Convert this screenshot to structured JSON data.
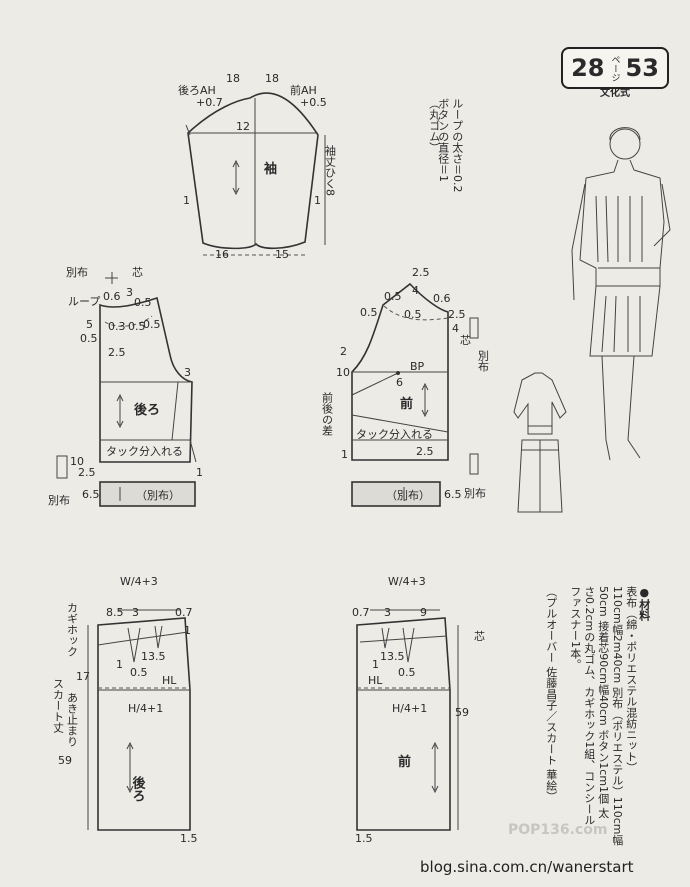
{
  "header": {
    "page_a": "28",
    "page_mid": "ページ",
    "page_b": "53",
    "publisher": "文化式"
  },
  "sleeve": {
    "back_ah": "後ろAH",
    "back_ah_add": "+0.7",
    "front_ah": "前AH",
    "front_ah_add": "+0.5",
    "top_left": "18",
    "top_right": "18",
    "cap": "12",
    "label": "袖",
    "length": "袖丈ひく8",
    "side_l": "1",
    "side_r": "1",
    "bottom_l": "16",
    "bottom_r": "15"
  },
  "note_button": {
    "l1": "ボタンの直径＝1",
    "l2": "ループの太さ＝0.2",
    "l3": "（丸ゴム）"
  },
  "back_bodice": {
    "label": "後ろ",
    "tuck": "タック分入れる",
    "facing": "別布",
    "shin": "芯",
    "loop": "ループ",
    "band": "（別布）",
    "bessu": "別布",
    "n06": "0.6",
    "n3": "3",
    "n05a": "0.5",
    "n03": "0.3",
    "n05b": "0.5",
    "n05c": "0.5",
    "n5": "5",
    "n25": "2.5",
    "n3b": "3",
    "n10": "10",
    "n25b": "2.5",
    "n1": "1",
    "n65": "6.5",
    "n1b": "1"
  },
  "front_bodice": {
    "label": "前",
    "tuck": "タック分入れる",
    "diff": "前後の差",
    "bp": "BP",
    "shin": "芯",
    "bessu": "別布",
    "band": "（別布）",
    "bessu2": "別布",
    "n25": "2.5",
    "n4": "4",
    "n06": "0.6",
    "n05": "0.5",
    "n25b": "2.5",
    "n05b": "0.5",
    "n4b": "4",
    "n2": "2",
    "n10": "10",
    "n6": "6",
    "n25c": "2.5",
    "n65": "6.5",
    "n1": "1"
  },
  "back_skirt": {
    "w": "W/4+3",
    "hook": "カギホック",
    "n85": "8.5",
    "n3": "3",
    "n07": "0.7",
    "n1": "1",
    "n135": "13.5",
    "n05": "0.5",
    "hl": "HL",
    "h": "H/4+1",
    "label": "後ろ",
    "n17": "17",
    "opening": "あき止まり",
    "length": "スカート丈",
    "len59": "59",
    "hem": "1.5",
    "n1b": "1"
  },
  "front_skirt": {
    "w": "W/4+3",
    "n07": "0.7",
    "n3": "3",
    "n9": "9",
    "shin": "芯",
    "n135": "13.5",
    "n05": "0.5",
    "hl": "HL",
    "h": "H/4+1",
    "label": "前",
    "len59": "59",
    "hem": "1.5",
    "n1": "1"
  },
  "materials": {
    "title": "●材料",
    "l1": "表布（綿・ポリエステル混紡ニット）",
    "l2": "110cm幅2m40cm 別布（ポリエステル）110cm幅",
    "l3": "50cm 接着芯90cm幅40cm ボタン1cm1個 太",
    "l4": "さ0.2cmの丸ゴム、カギホック1組、コンシール",
    "l5": "ファスナー1本。",
    "l6": "（プルオーバー 佐藤昌子／スカート 華絵）"
  },
  "watermark": "POP136.com",
  "footer": "blog.sina.com.cn/wanerstart"
}
